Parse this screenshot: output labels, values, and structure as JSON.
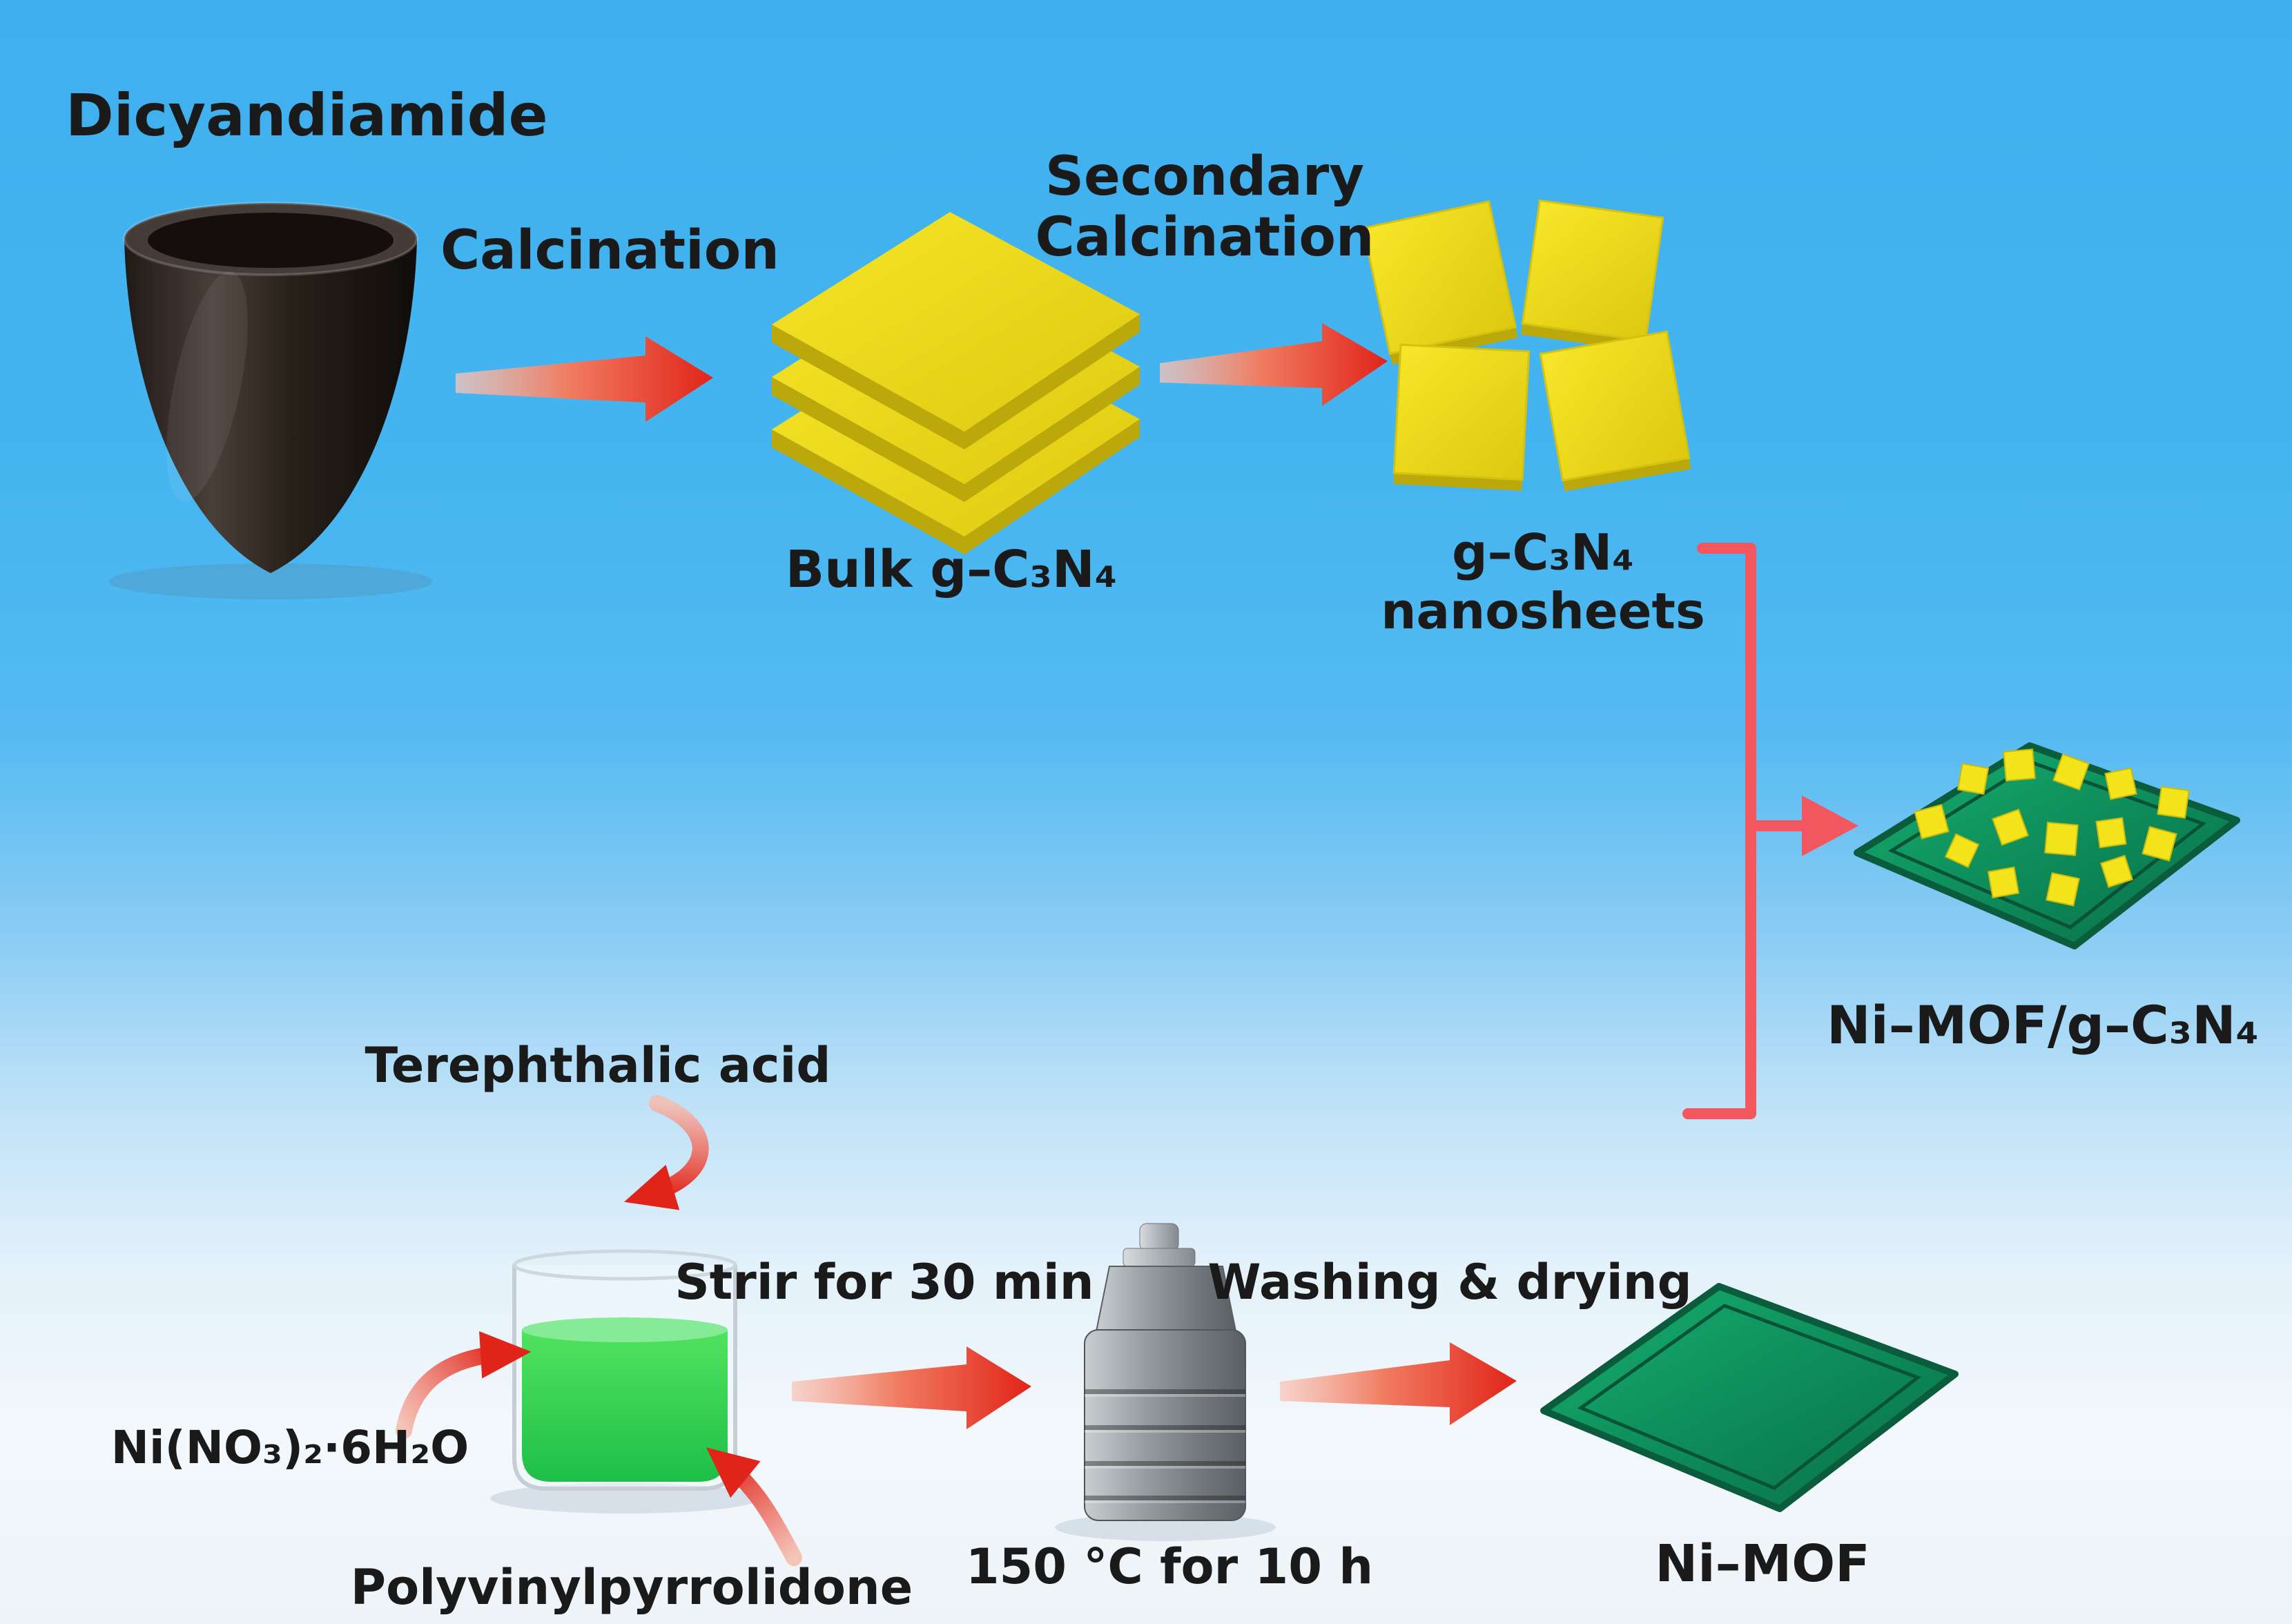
{
  "labels": {
    "dicyandiamide": "Dicyandiamide",
    "calcination": "Calcination",
    "secondary_calcination": {
      "line1": "Secondary",
      "line2": "Calcination"
    },
    "bulk_gcn": "Bulk g–C₃N₄",
    "gcn_nanosheets": {
      "line1": "g–C₃N₄",
      "line2": "nanosheets"
    },
    "composite": "Ni–MOF/g–C₃N₄",
    "terephthalic_acid": "Terephthalic acid",
    "nickel_nitrate": "Ni(NO₃)₂·6H₂O",
    "pvp": "Polyvinylpyrrolidone",
    "stir": "Strir for 30 min",
    "autoclave_condition": "150 °C for 10 h",
    "washing": "Washing & drying",
    "ni_mof": "Ni–MOF"
  },
  "icons": {
    "crucible": "crucible-icon",
    "bulk_sheets": "bulk-gcn-sheets-icon",
    "nanosheets": "gcn-nanosheets-icon",
    "composite_sheet": "composite-sheet-icon",
    "beaker": "beaker-icon",
    "autoclave": "autoclave-icon",
    "ni_mof_sheet": "ni-mof-sheet-icon",
    "process_arrow": "red-gradient-arrow-icon",
    "combine_bracket": "combine-bracket-icon"
  },
  "colors": {
    "arrow_red": "#e1241a",
    "bracket_red": "#f2565e",
    "sheet_yellow": "#f0de20",
    "mof_green": "#0d8a58",
    "liquid_green": "#2fd450",
    "text": "#1a1a1a",
    "background_top": "#3fb0ee",
    "background_bottom": "#edf3f7"
  }
}
